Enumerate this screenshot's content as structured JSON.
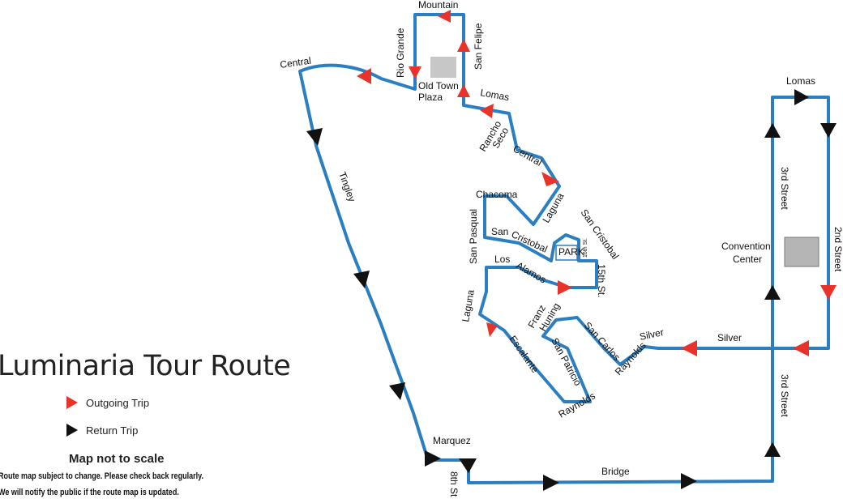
{
  "title": "Luminaria Tour Route",
  "legend": {
    "outgoing": "Outgoing Trip",
    "return": "Return Trip"
  },
  "scale_note": "Map not to scale",
  "notes": [
    "Route map subject to change. Please check back regularly.",
    "We will notify the public if the route map is updated."
  ],
  "colors": {
    "route": "#2b7fc1",
    "outgoing_arrow": "#e8332a",
    "return_arrow": "#111111",
    "building": "#c7c7c7"
  },
  "streets": {
    "mountain": "Mountain",
    "rio_grande": "Rio Grande",
    "san_felipe": "San Felipe",
    "central_nw": "Central",
    "lomas_oldtown": "Lomas",
    "rancho_seco": [
      "Rancho",
      "Seco"
    ],
    "central_mid": "Central",
    "laguna_upper": "Laguna",
    "chacoma": "Chacoma",
    "san_pasqual": "San Pasqual",
    "san_cristobal_a": "San",
    "san_cristobal_b": "Cristobal",
    "san_cristobal_ne": "San Cristobal",
    "sixteenth": "16th St.",
    "los": "Los",
    "alamos": "Alamos",
    "fifteenth": "15th St.",
    "laguna_lower": "Laguna",
    "escalante": "Escalante",
    "franz": "Franz",
    "huning": "Huning",
    "san_patricio": "San Patricio",
    "raynolds_a": "Raynolds",
    "san_carlos": "San Carlos",
    "raynolds_b": "Raynolds",
    "silver_small": "Silver",
    "silver": "Silver",
    "tingley": "Tingley",
    "marquez": "Marquez",
    "eighth": "8th St",
    "bridge": "Bridge",
    "third_upper": "3rd Street",
    "third_lower": "3rd Street",
    "lomas_east": "Lomas",
    "second": "2nd Street"
  },
  "places": {
    "old_town": [
      "Old Town",
      "Plaza"
    ],
    "park": "PARK",
    "convention": [
      "Convention",
      "Center"
    ]
  }
}
